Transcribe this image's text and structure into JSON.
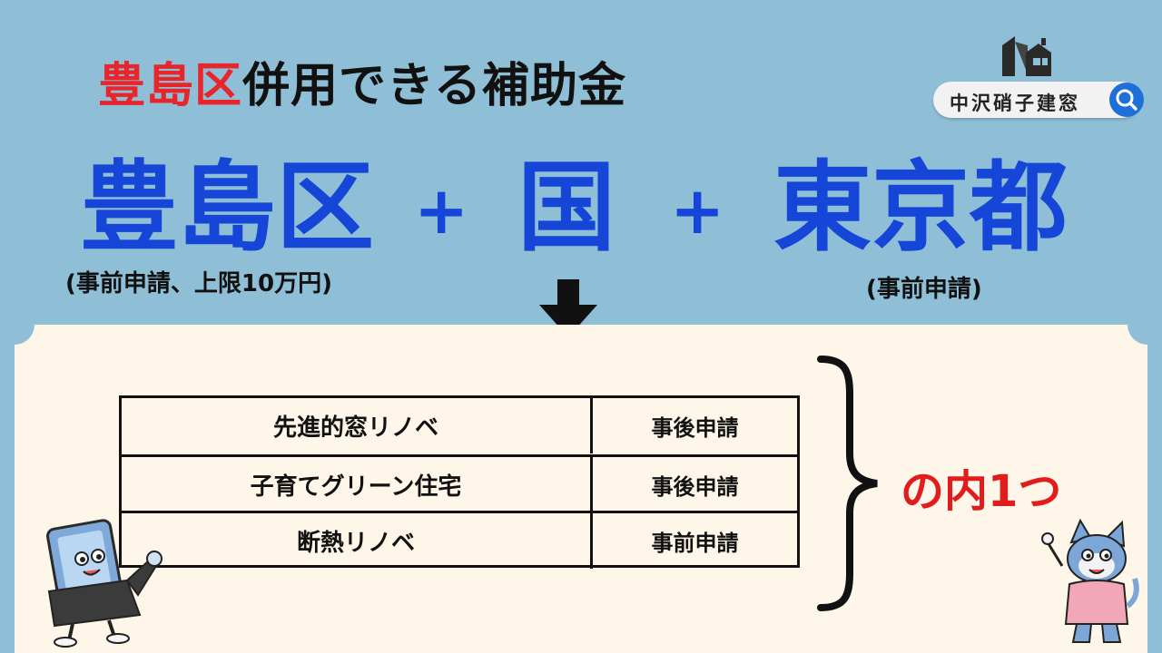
{
  "title": {
    "accent": "豊島区",
    "rest": "併用できる補助金"
  },
  "brand": {
    "name": "中沢硝子建窓",
    "search_icon": "search-icon",
    "logo_icon": "house-logo-icon"
  },
  "formula": {
    "ward": "豊島区",
    "plus": "+",
    "nation": "国",
    "metro": "東京都",
    "ward_note": "(事前申請、上限10万円)",
    "metro_note": "(事前申請)"
  },
  "arrow_icon": "down-arrow-icon",
  "table": {
    "rows": [
      {
        "name": "先進的窓リノベ",
        "timing": "事後申請"
      },
      {
        "name": "子育てグリーン住宅",
        "timing": "事後申請"
      },
      {
        "name": "断熱リノベ",
        "timing": "事前申請"
      }
    ]
  },
  "choice": "の内1つ",
  "colors": {
    "background": "#8fbfd6",
    "panel": "#fff6ea",
    "blue_text": "#1646d8",
    "red_accent": "#e8252a"
  }
}
